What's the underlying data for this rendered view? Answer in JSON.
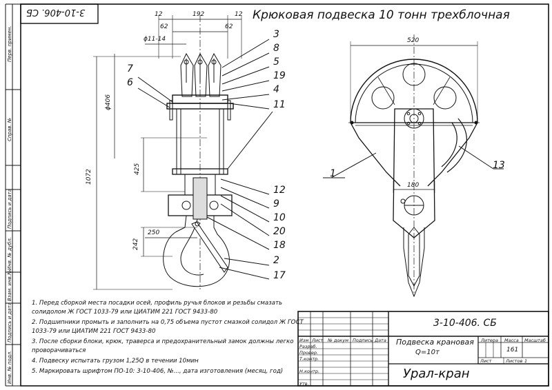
{
  "drawing": {
    "title": "Крюковая подвеска 10 тонн трехблочная",
    "stamp_code_top": "3-10-406. СБ"
  },
  "left_strip": {
    "labels": [
      "Перв. примен.",
      "Справ. №",
      "Подпись и дата",
      "Инв. № дубл.",
      "Взам. инв.№",
      "Подпись и дата",
      "Инв. № подл."
    ]
  },
  "dimensions": {
    "d12_left": "12",
    "d192": "192",
    "d12_right": "12",
    "d62_left": "62",
    "d62_right": "62",
    "phi11_14": "ϕ11-14",
    "phi406": "ϕ406",
    "d1072": "1072",
    "d425": "425",
    "d250": "250",
    "d242": "242",
    "d520": "520",
    "d180": "180"
  },
  "callouts": {
    "c3": "3",
    "c8": "8",
    "c5": "5",
    "c19": "19",
    "c4": "4",
    "c11": "11",
    "c7": "7",
    "c6": "6",
    "c12": "12",
    "c9": "9",
    "c10": "10",
    "c20": "20",
    "c18": "18",
    "c2": "2",
    "c17": "17",
    "c1": "1",
    "c13": "13"
  },
  "notes": [
    "1. Перед сборкой места посадки осей, профиль ручья блоков и резьбы смазать",
    "солидолом Ж ГОСТ 1033-79 или ЦИАТИМ 221 ГОСТ 9433-80",
    "2. Подшипники промыть и заполнить на 0,75 объема пустот смазкой солидол Ж ГОСТ",
    "1033-79 или ЦИАТИМ 221 ГОСТ 9433-80",
    "3. После сборки блоки, крюк, траверса и предохранительный замок должны легко",
    "проворачиваться",
    "4. Подвеску испытать грузом 1,25Q в течении 10мин",
    "5. Маркировать шрифтом ПО-10: 3-10-406, №..., дата изготовления (месяц, год)"
  ],
  "title_block": {
    "code": "3-10-406. СБ",
    "name_line1": "Подвеска крановая",
    "name_line2": "Q=10т",
    "company": "Урал-кран",
    "col_izm": "Изм",
    "col_list": "Лист",
    "col_doc": "№ докум",
    "col_sign": "Подпись",
    "col_date": "Дата",
    "row_razrab": "Разраб.",
    "row_prover": "Провер.",
    "row_tkontr": "Т.контр.",
    "row_nkontr": "Н.контр.",
    "row_utv": "Утв.",
    "h_litera": "Литера",
    "h_massa": "Масса",
    "h_masshtab": "Масштаб",
    "massa_value": "161",
    "list_label": "Лист",
    "listov_label": "Листов",
    "listov_value": "1"
  }
}
